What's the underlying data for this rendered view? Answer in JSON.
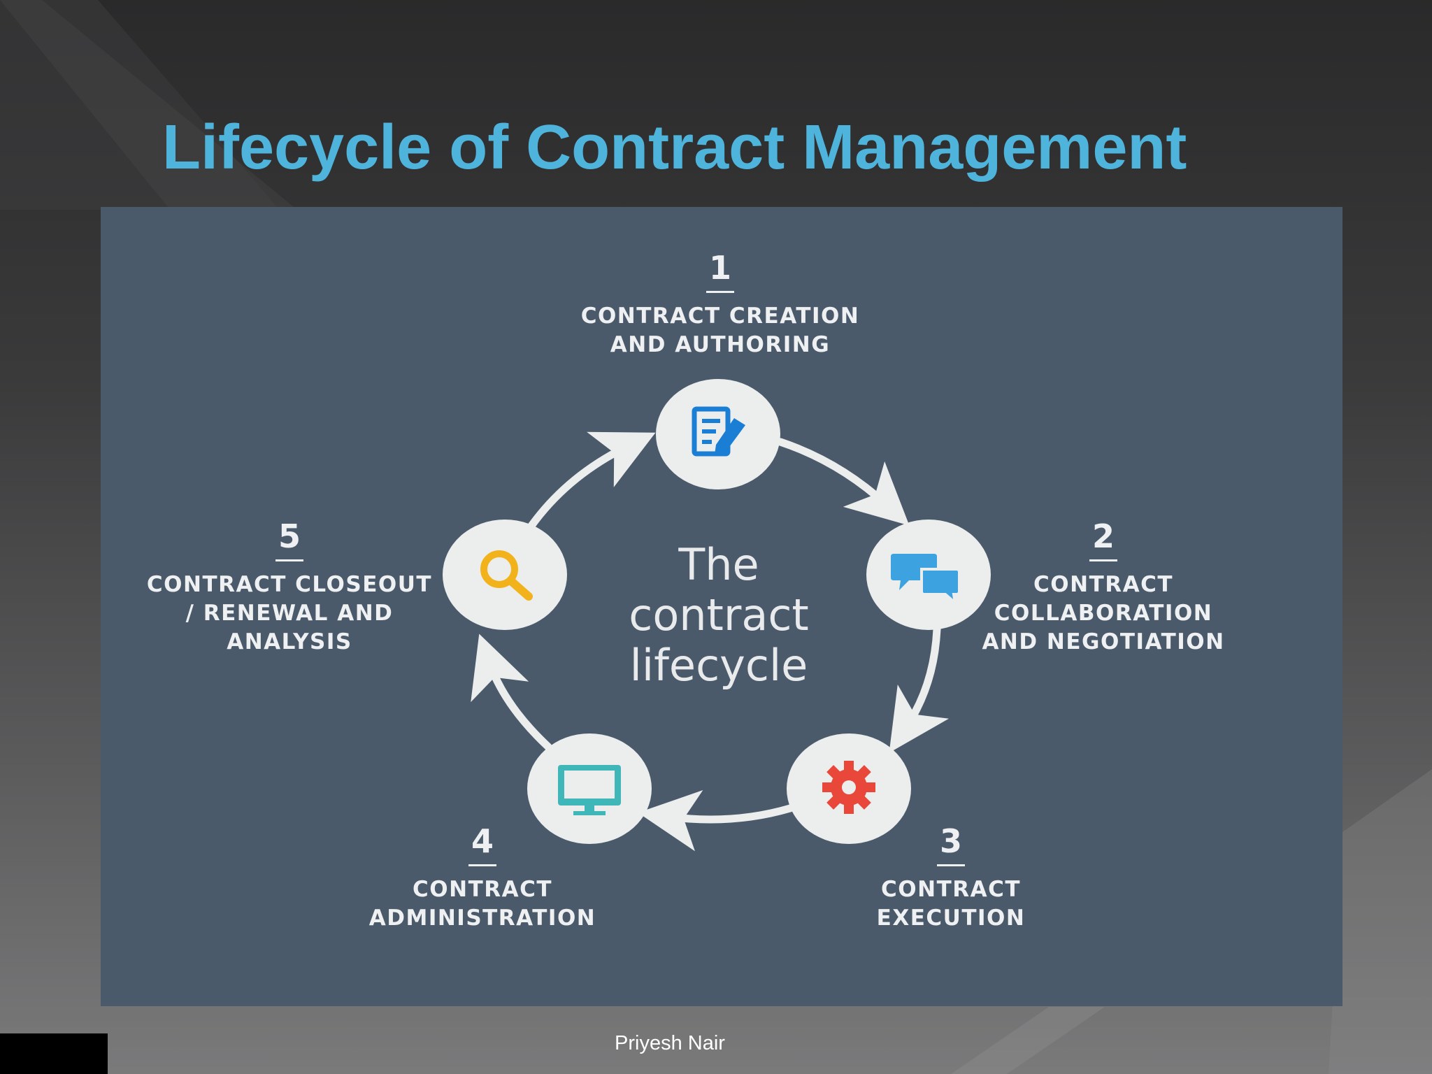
{
  "slide": {
    "title": "Lifecycle of Contract Management",
    "footer": "Priyesh Nair"
  },
  "diagram": {
    "center_text": [
      "The",
      "contract",
      "lifecycle"
    ],
    "stages": [
      {
        "number": "1",
        "label_lines": [
          "CONTRACT CREATION",
          "AND AUTHORING"
        ],
        "icon": "document-edit-icon",
        "icon_color": "#1a7fd4"
      },
      {
        "number": "2",
        "label_lines": [
          "CONTRACT",
          "COLLABORATION",
          "AND NEGOTIATION"
        ],
        "icon": "chat-bubbles-icon",
        "icon_color": "#3ca3e0"
      },
      {
        "number": "3",
        "label_lines": [
          "CONTRACT",
          "EXECUTION"
        ],
        "icon": "gear-icon",
        "icon_color": "#e8473a"
      },
      {
        "number": "4",
        "label_lines": [
          "CONTRACT",
          "ADMINISTRATION"
        ],
        "icon": "monitor-icon",
        "icon_color": "#3fb6b8"
      },
      {
        "number": "5",
        "label_lines": [
          "CONTRACT CLOSEOUT",
          "/ RENEWAL AND",
          "ANALYSIS"
        ],
        "icon": "magnifier-icon",
        "icon_color": "#f2b21b"
      }
    ]
  },
  "colors": {
    "title": "#4fb4dc",
    "panel": "#4a5a6b",
    "node_fill": "#eceeed",
    "arrow": "#eceeed"
  }
}
